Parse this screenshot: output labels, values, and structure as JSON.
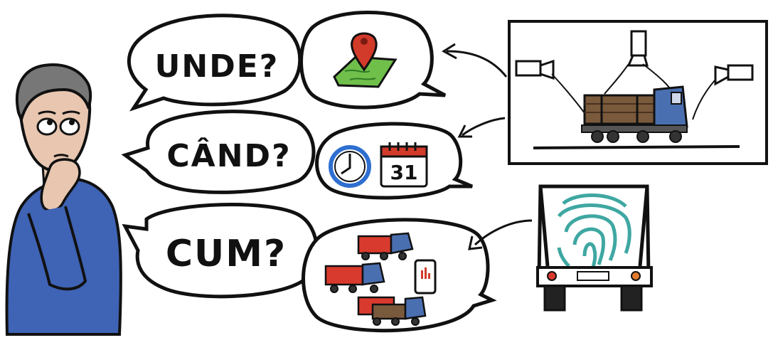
{
  "questions": {
    "where": "UNDE?",
    "when": "CÂND?",
    "how": "CUM?"
  },
  "calendar": {
    "day": "31"
  },
  "icons": {
    "person": "thinking-person-icon",
    "where": "map-pin-icon",
    "when_clock": "clock-icon",
    "when_calendar": "calendar-icon",
    "how": "truck-fleet-icon",
    "camera_scene": "camera-surveillance-icon",
    "fingerprint": "fingerprint-icon"
  },
  "colors": {
    "outline": "#111111",
    "shirt": "#3f63b5",
    "skin": "#e8c6b0",
    "hair": "#777777",
    "map_green": "#6fbf4a",
    "pin_red": "#d23a2a",
    "clock_blue": "#2e6fd0",
    "truck_red": "#d93a2e",
    "truck_blue": "#4a6fb0",
    "log_brown": "#7a5a3c",
    "fingerprint_teal": "#3fa7a2"
  }
}
